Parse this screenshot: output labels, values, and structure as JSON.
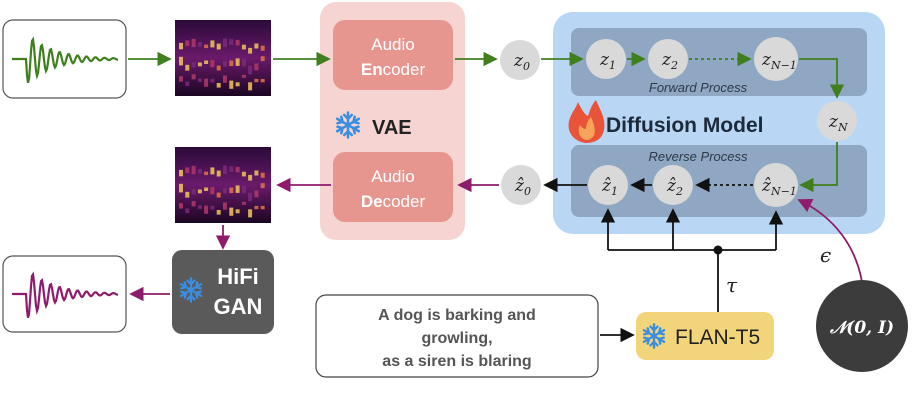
{
  "vae": {
    "label": "VAE",
    "encoder_line1": "Audio",
    "encoder_line2_bold": "En",
    "encoder_line2_rest": "coder",
    "decoder_line1": "Audio",
    "decoder_line2_bold": "De",
    "decoder_line2_rest": "coder"
  },
  "diffusion": {
    "label": "Diffusion Model",
    "forward_label": "Forward Process",
    "reverse_label": "Reverse Process"
  },
  "latents": {
    "z0": "z",
    "z0_sub": "0",
    "z1": "z",
    "z1_sub": "1",
    "z2": "z",
    "z2_sub": "2",
    "zN1": "z",
    "zN1_sub": "N−1",
    "zN": "z",
    "zN_sub": "N",
    "hz0": "ẑ",
    "hz0_sub": "0",
    "hz1": "ẑ",
    "hz1_sub": "1",
    "hz2": "ẑ",
    "hz2_sub": "2",
    "hzN1": "ẑ",
    "hzN1_sub": "N−1"
  },
  "hifigan": {
    "line1": "HiFi",
    "line2": "GAN"
  },
  "flan": {
    "label": "FLAN-T5"
  },
  "prompt": {
    "line1": "A dog is barking and",
    "line2": "growling,",
    "line3": "as a siren is blaring"
  },
  "symbols": {
    "tau": "τ",
    "epsilon": "ϵ",
    "noise": "𝒩(0, I)"
  },
  "colors": {
    "input_wave": "#3f7f1e",
    "output_wave": "#8e1b6b",
    "vae_bg": "#f6d4d2",
    "encoder": "#e7958f",
    "diffusion_outer": "#b9d7f5",
    "diffusion_inner": "#8fa7c2",
    "node": "#d9d9d9",
    "hifigan": "#5a5a5a",
    "flan": "#f2d57a",
    "noise": "#3c3c3c"
  }
}
